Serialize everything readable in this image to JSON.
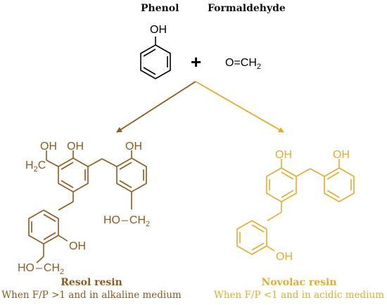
{
  "reactants": {
    "phenol_label": "Phenol",
    "formaldehyde_label": "Formaldehyde",
    "plus": "+",
    "phenol_oh": "OH",
    "formaldehyde_formula_main": "O=CH",
    "formaldehyde_formula_sub": "2"
  },
  "resol": {
    "title": "Resol resin",
    "condition": "When F/P >1 and in alkaline medium",
    "color": "#8c5a1e",
    "atoms": {
      "oh_top_left": "OH",
      "h2c_main": "H",
      "h2c_sub": "2",
      "h2c_c": "C",
      "oh_top_mid": "OH",
      "oh_top_right": "OH",
      "ho_right_main": "HO",
      "ho_right_ch": "CH",
      "ho_right_sub": "2",
      "oh_bottom": "OH",
      "ho_bottom_main": "HO",
      "ho_bottom_ch": "CH",
      "ho_bottom_sub": "2"
    }
  },
  "novolac": {
    "title": "Novolac resin",
    "condition": "When F/P <1 and in acidic medium",
    "color": "#e0ad2e",
    "atoms": {
      "oh_top_left": "OH",
      "oh_top_right": "OH",
      "oh_bottom": "OH"
    }
  },
  "arrows": {
    "resol_color": "#8c5a1e",
    "novolac_color": "#e0ad2e"
  }
}
